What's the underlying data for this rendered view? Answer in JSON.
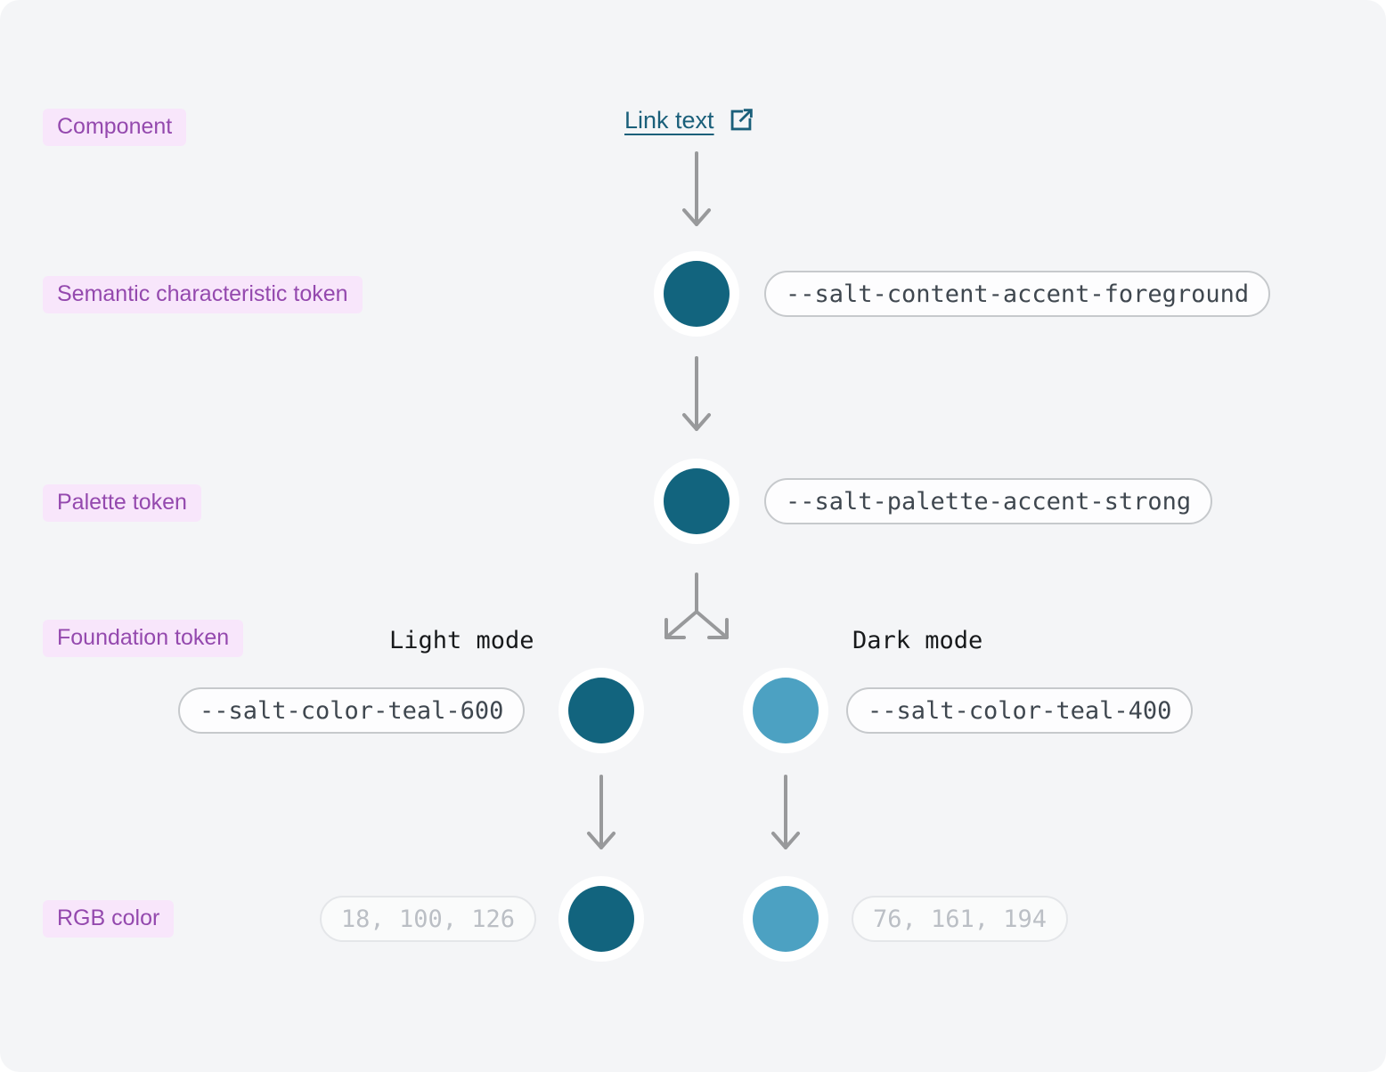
{
  "colors": {
    "background": "#F4F5F7",
    "label_bg": "#F8E6FB",
    "label_text": "#9449AE",
    "link": "#1A5F7A",
    "arrow": "#98999B",
    "pill_border": "#C6C9CC",
    "pill_text": "#3F474F",
    "rgb_pill_border": "#E4E6E9",
    "rgb_pill_text": "#BBBFC5",
    "teal_600": "#12647E",
    "teal_400": "#4CA1C2"
  },
  "row_labels": {
    "component": "Component",
    "semantic": "Semantic characteristic token",
    "palette": "Palette token",
    "foundation": "Foundation token",
    "rgb": "RGB color"
  },
  "component": {
    "link_label": "Link text"
  },
  "tokens": {
    "semantic": {
      "name": "--salt-content-accent-foreground",
      "swatch": "#12647E"
    },
    "palette": {
      "name": "--salt-palette-accent-strong",
      "swatch": "#12647E"
    },
    "foundation_light": {
      "mode": "Light mode",
      "name": "--salt-color-teal-600",
      "swatch": "#12647E"
    },
    "foundation_dark": {
      "mode": "Dark mode",
      "name": "--salt-color-teal-400",
      "swatch": "#4CA1C2"
    },
    "rgb_light": {
      "value": "18, 100, 126",
      "swatch": "#12647E"
    },
    "rgb_dark": {
      "value": "76, 161, 194",
      "swatch": "#4CA1C2"
    }
  }
}
